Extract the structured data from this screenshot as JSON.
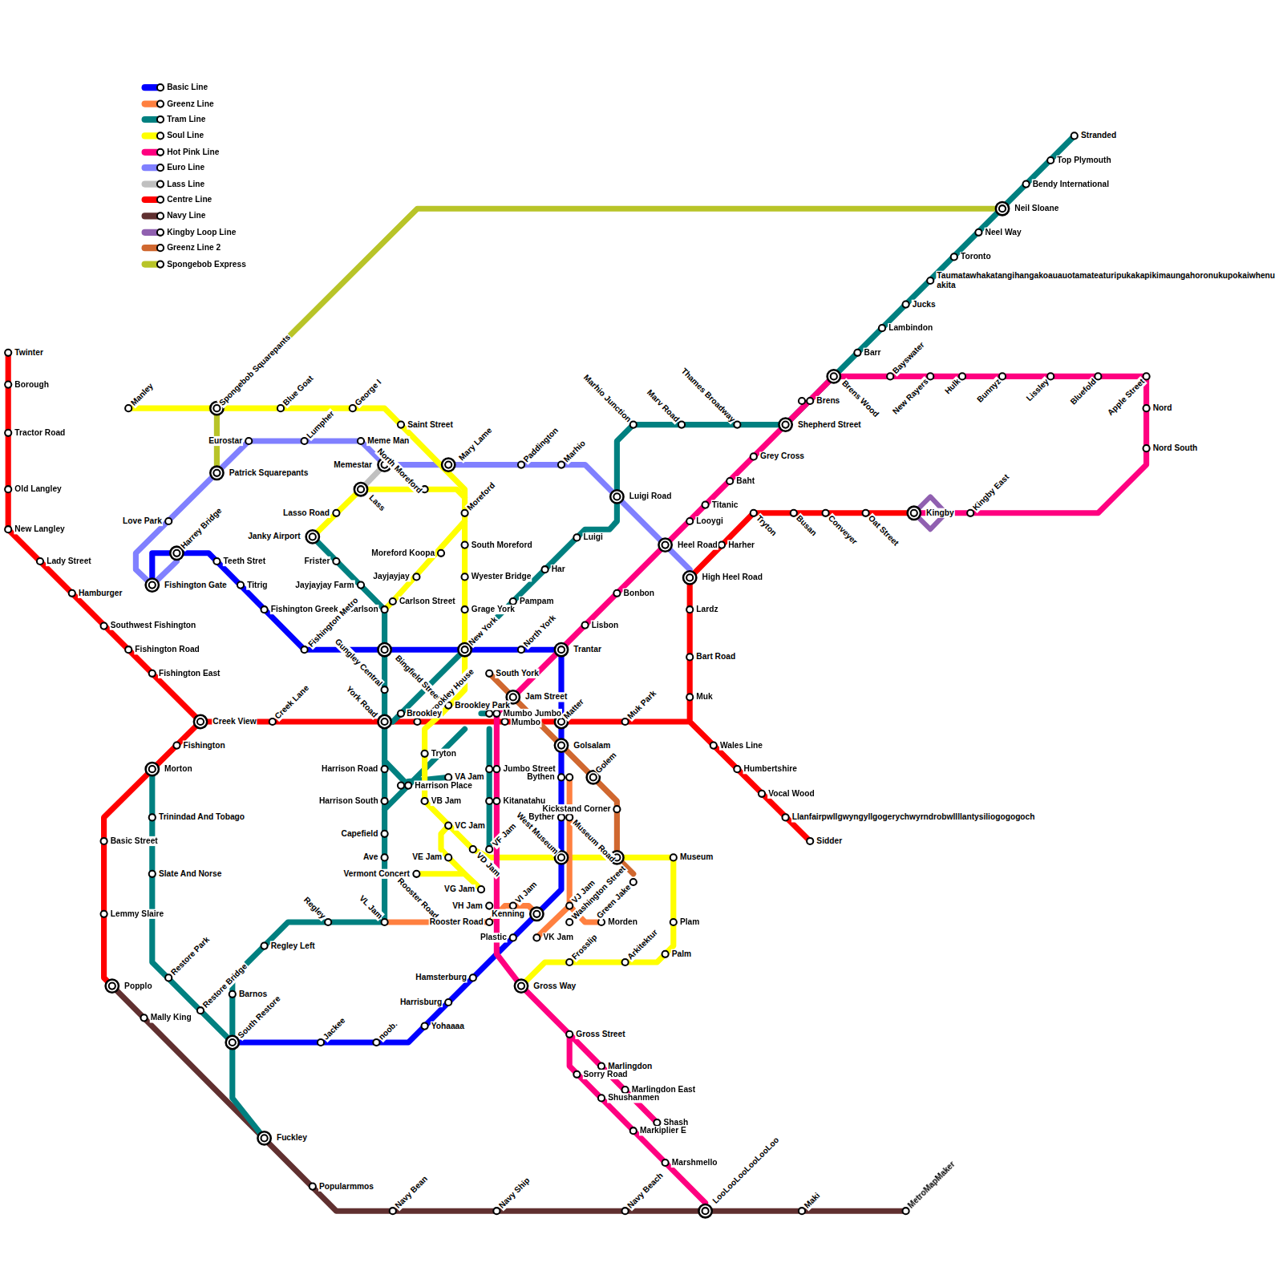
{
  "diagram": {
    "labels": [
      "Twinter",
      "Borough",
      "Tractor Road",
      "Old Langley",
      "New Langley",
      "Lady Street",
      "Hamburger",
      "Southwest Fishington",
      "Fishington Road",
      "Fishington East",
      "Creek View",
      "Creek Lane",
      "Fishington",
      "Morton",
      "Basic Street",
      "Lemmy Slaire",
      "Popplo",
      "Mally King",
      "Fuckley",
      "Popularmmos",
      "Navy Bean",
      "Navy Ship",
      "Navy Beach",
      "LooLooLooLooLooLoo",
      "Maki",
      "MetroMapMaker",
      "Manley",
      "Spongebob Squarepants",
      "Blue Goat",
      "George I",
      "Saint Street",
      "Mary Lame",
      "Paddington",
      "Marhio",
      "Eurostar",
      "Lumpher",
      "Meme Man",
      "Memestar",
      "Patrick Squarepants",
      "Love Park",
      "Harrey Bridge",
      "Fishington Gate",
      "Teeth Stret",
      "Titrig",
      "Fishington Greek",
      "Lass",
      "Lasso Road",
      "North Moreford",
      "Moreford",
      "Janky Airport",
      "Frister",
      "Jayjayjay Farm",
      "Moreford Koopa",
      "South Moreford",
      "Jayjayjay",
      "Wyester Bridge",
      "Carlson",
      "Carlson Street",
      "Grage York",
      "Fishington Metro",
      "New York",
      "North York",
      "Trantar",
      "Bingfield Street",
      "Gungley Central",
      "South York",
      "Brookley House",
      "Jam Street",
      "Brookley Park",
      "York Road",
      "Brookley",
      "Mumbo Jumbo",
      "Mumbo",
      "Matter",
      "Muk Park",
      "Golsalam",
      "Tryton",
      "Harrison Road",
      "Jumbo Street",
      "Golem",
      "VA Jam",
      "Harrison Place",
      "Bythen",
      "Harrison South",
      "VB Jam",
      "Kitanatahu",
      "Kickstand Corner",
      "Byther",
      "Museum Road",
      "VC Jam",
      "Capefield",
      "VF Jam",
      "VD Jam",
      "West Museum",
      "Ave",
      "VE Jam",
      "Museum",
      "Vermont Concert",
      "Green Jake",
      "VG Jam",
      "Rooster Road",
      "VH Jam",
      "VI Jam",
      "Kenning",
      "VJ Jam",
      "Washington Street",
      "VL Jam",
      "Regley",
      "Rooster Road",
      "Morden",
      "Plam",
      "Plastic",
      "VK Jam",
      "Regley Left",
      "Palm",
      "Arkitektur",
      "Frosslip",
      "Hamsterburg",
      "Gross Way",
      "Restore Park",
      "Barnos",
      "Harrisburg",
      "Restore Bridge",
      "Yohaaaa",
      "Gross Street",
      "South Restore",
      "Jackee",
      "noob.",
      "Marlingdon",
      "Sorry Road",
      "Marlingdon East",
      "Shushanmen",
      "Shash",
      "Markiplier E",
      "Marshmello",
      "Trinindad And Tobago",
      "Slate And Norse",
      "Stranded",
      "Top Plymouth",
      "Bendy International",
      "Neil Sloane",
      "Neel Way",
      "Toronto",
      "Taumatawhakatangihangakoauauotamateaturipukakapikimaungahoronukupokaiwhenuakita",
      "Jucks",
      "Lambindon",
      "Barr",
      "Bayswater",
      "New Rayers",
      "Hulk",
      "Bunnyz",
      "Lissley",
      "Bluefold",
      "Apple Street",
      "Brens Wood",
      "Brens",
      "Nord",
      "Marhio Junction",
      "Marv Road",
      "Thames Broadway",
      "Shepherd Street",
      "Nord South",
      "Grey Cross",
      "Baht",
      "Luigi Road",
      "Titanic",
      "Kingby East",
      "Tryton",
      "Busan",
      "Conveyer",
      "Oat Street",
      "Kingby",
      "Looygi",
      "Luigi",
      "Heel Road",
      "Harher",
      "Har",
      "High Heel Road",
      "Bonbon",
      "Pampam",
      "Lardz",
      "Lisbon",
      "Bart Road",
      "Muk",
      "Wales Line",
      "Humbertshire",
      "Vocal Wood",
      "Llanfairpwllgwyngyllgogerychwyrndrobwllllantysiliogogogoch",
      "Sidder"
    ],
    "legend": [
      {
        "text": "Basic Line",
        "color": "#0000ff"
      },
      {
        "text": "Greenz Line",
        "color": "#ff8040"
      },
      {
        "text": "Tram Line",
        "color": "#008080"
      },
      {
        "text": "Soul Line",
        "color": "#ffff00"
      },
      {
        "text": "Hot Pink Line",
        "color": "#ff0080"
      },
      {
        "text": "Euro Line",
        "color": "#8080ff"
      },
      {
        "text": "Lass Line",
        "color": "#c0c0c0"
      },
      {
        "text": "Centre Line",
        "color": "#ff0000"
      },
      {
        "text": "Navy Line",
        "color": "#603030"
      },
      {
        "text": "Kingby Loop Line",
        "color": "#9060b0"
      },
      {
        "text": "Greenz Line 2",
        "color": "#d06830"
      },
      {
        "text": "Spongebob Express",
        "color": "#b8c428"
      }
    ]
  }
}
